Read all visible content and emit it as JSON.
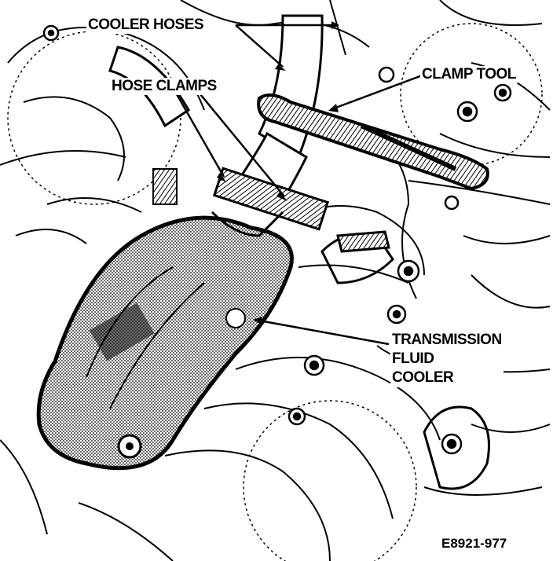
{
  "labels": {
    "cooler_hoses": "COOLER HOSES",
    "hose_clamps": "HOSE CLAMPS",
    "clamp_tool": "CLAMP TOOL",
    "cooler_line1": "TRANSMISSION",
    "cooler_line2": "FLUID",
    "cooler_line3": "COOLER"
  },
  "figure_id": "E8921-977",
  "colors": {
    "ink": "#000000",
    "paper": "#ffffff",
    "shade": "#7a7a7a"
  }
}
